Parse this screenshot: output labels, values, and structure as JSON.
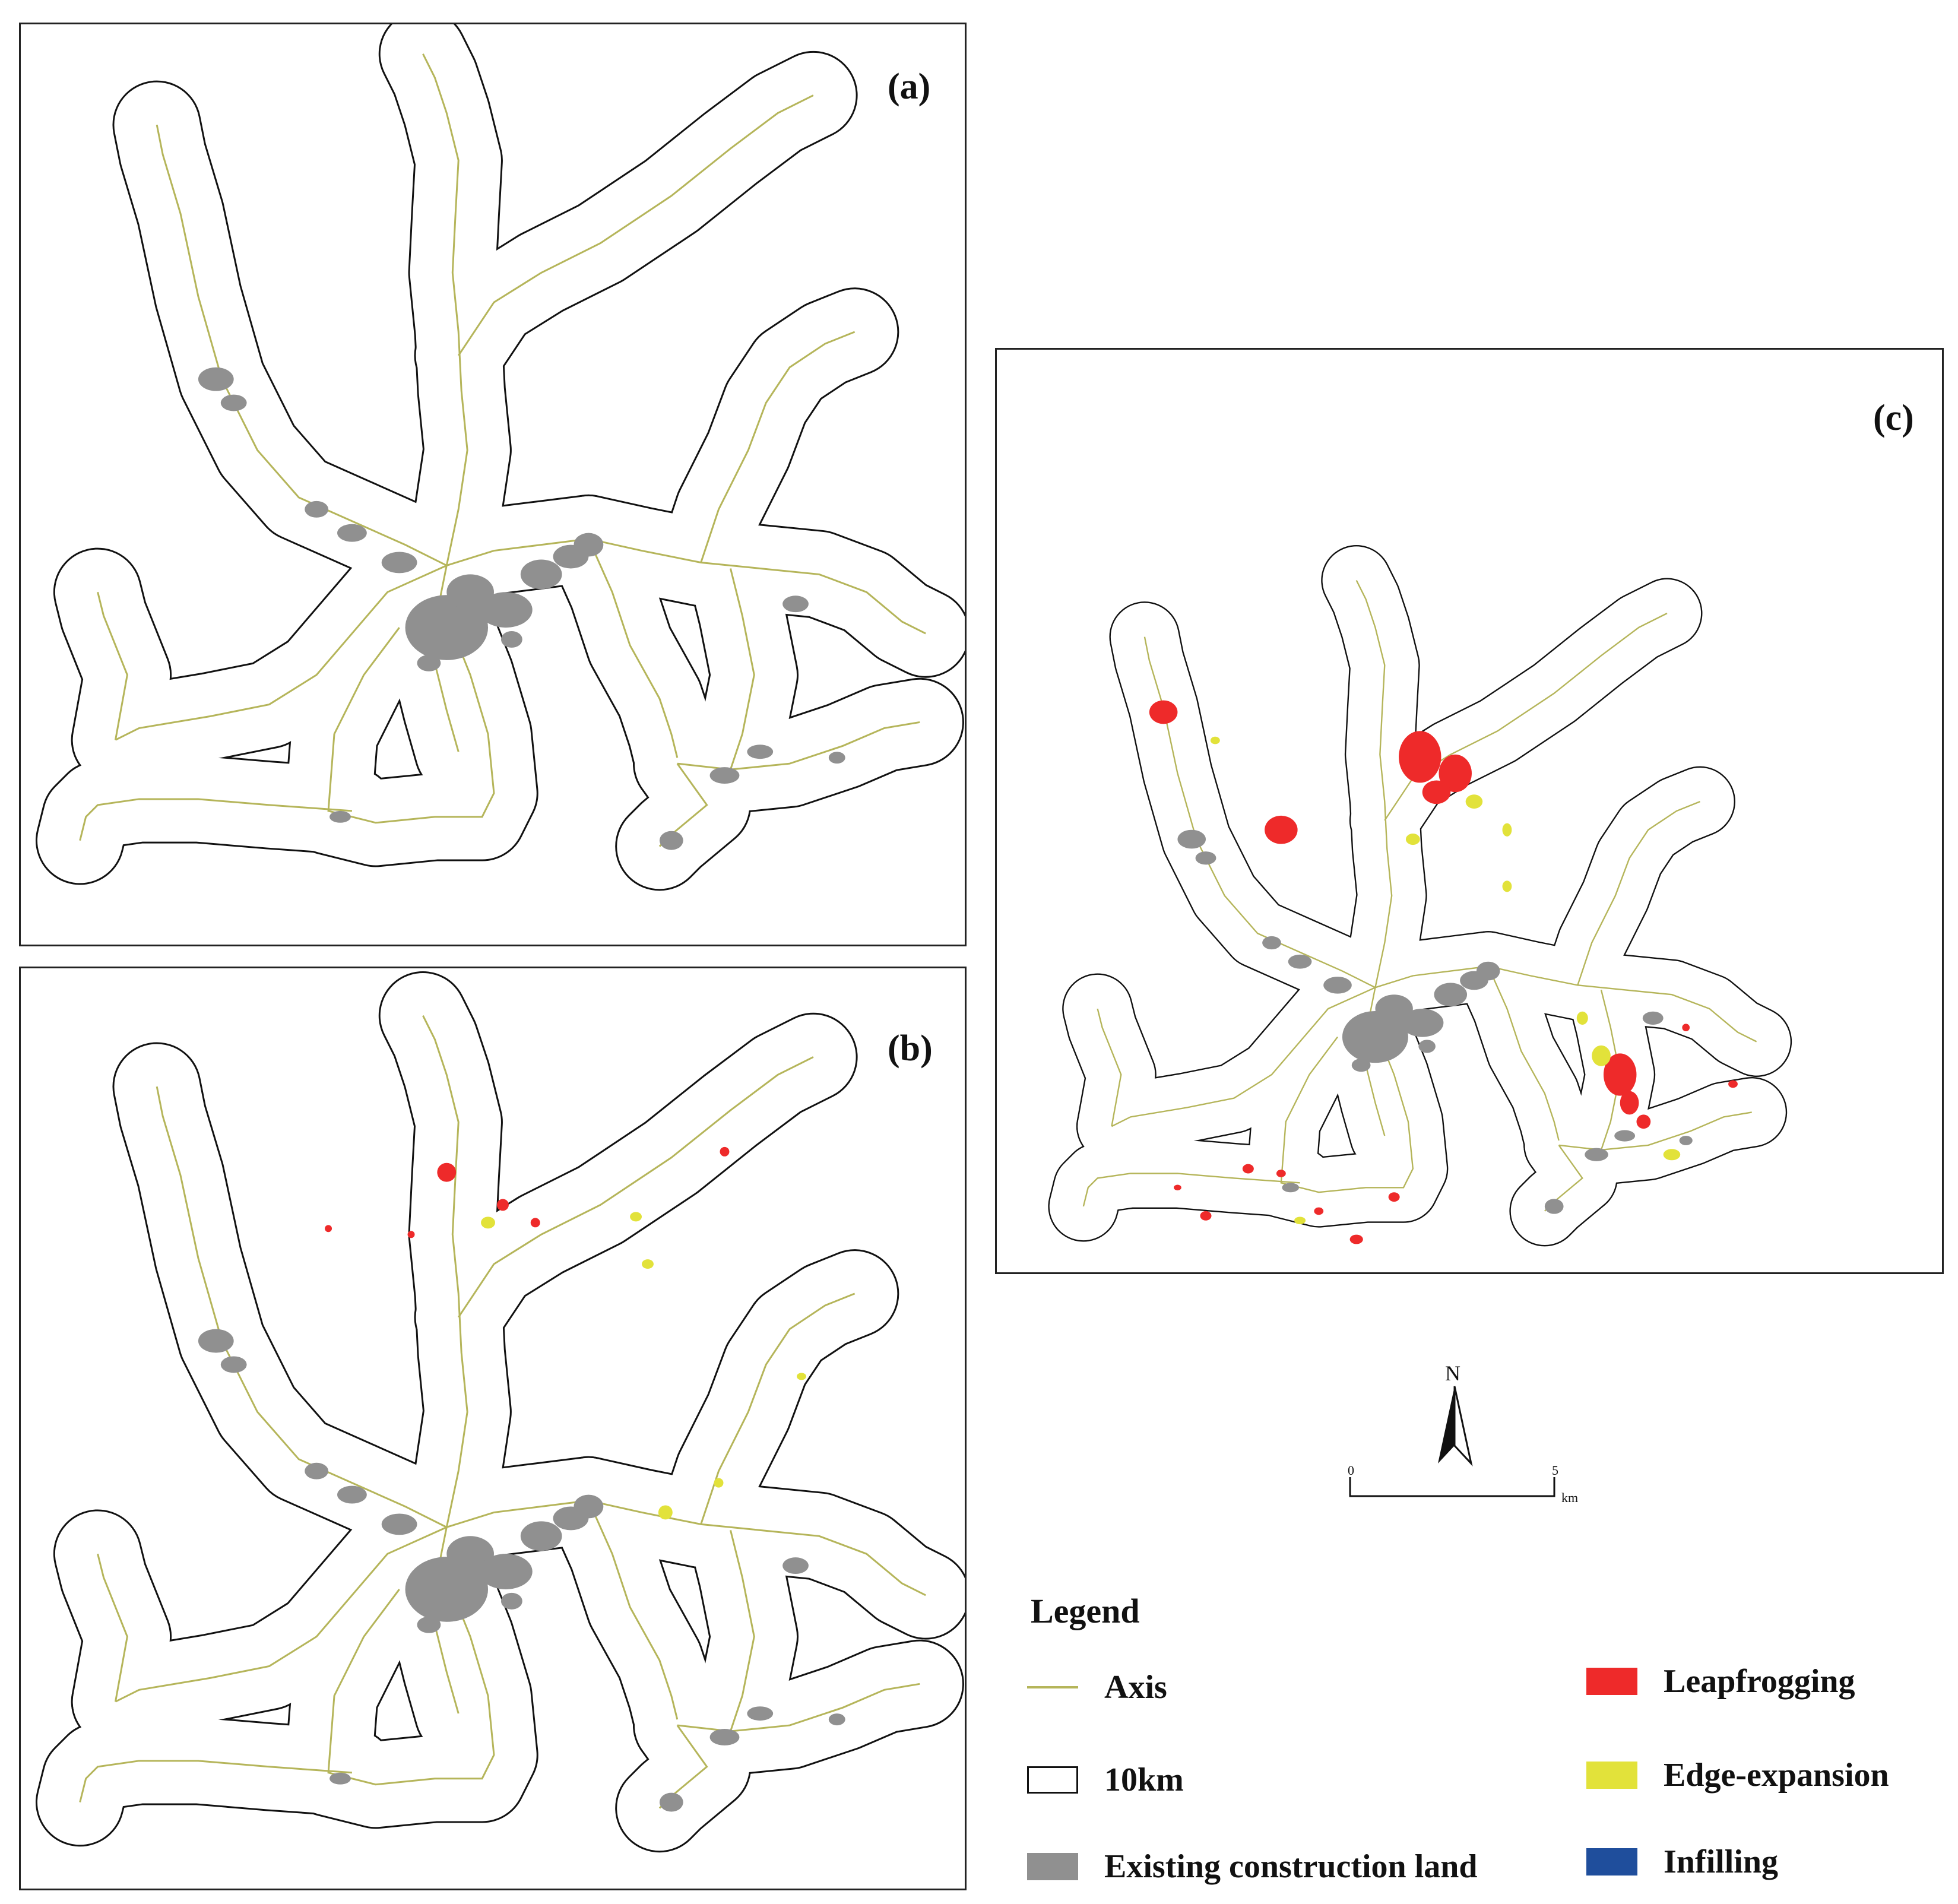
{
  "panels": [
    {
      "id": "a",
      "label": "(a)"
    },
    {
      "id": "b",
      "label": "(b)"
    },
    {
      "id": "c",
      "label": "(c)"
    }
  ],
  "north_label": "N",
  "scale": {
    "start": "0",
    "mid": "5",
    "unit": "km"
  },
  "legend": {
    "title": "Legend",
    "items": [
      {
        "key": "axis",
        "label": "Axis",
        "color": "#b5b55a"
      },
      {
        "key": "buffer",
        "label": "10km",
        "color": "#ffffff"
      },
      {
        "key": "existing",
        "label": "Existing construction land",
        "color": "#909090"
      },
      {
        "key": "leapfrogging",
        "label": "Leapfrogging",
        "color": "#ee2a2a"
      },
      {
        "key": "edge",
        "label": "Edge-expansion",
        "color": "#e2e23a"
      },
      {
        "key": "infilling",
        "label": "Infilling",
        "color": "#1f4e9c"
      }
    ]
  },
  "colors": {
    "axis": "#b5b55a",
    "existing": "#909090",
    "leap": "#ee2a2a",
    "edge": "#e2e23a",
    "infill": "#1f4e9c"
  }
}
